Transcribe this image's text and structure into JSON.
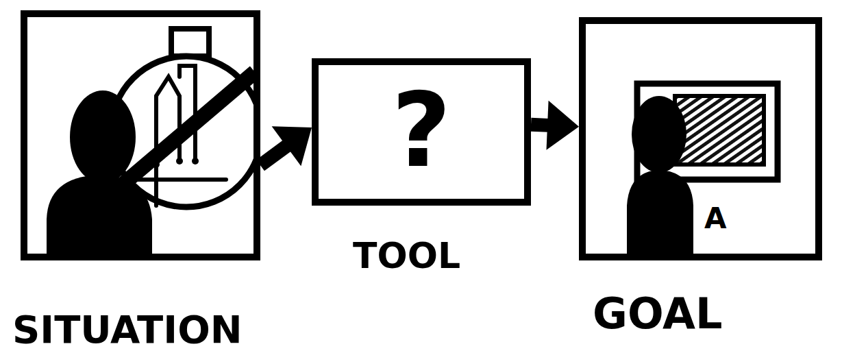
{
  "diagram": {
    "nodes": [
      {
        "text": [
          "SITUATION"
        ]
      },
      {
        "text": [
          "?",
          "TOOL"
        ]
      },
      {
        "text": [
          "GOAL"
        ]
      }
    ],
    "edges": [
      {
        "from": 0,
        "to": 1,
        "arrow": "to"
      },
      {
        "from": 1,
        "to": 2,
        "arrow": "to"
      }
    ],
    "labels": [
      "A"
    ]
  }
}
